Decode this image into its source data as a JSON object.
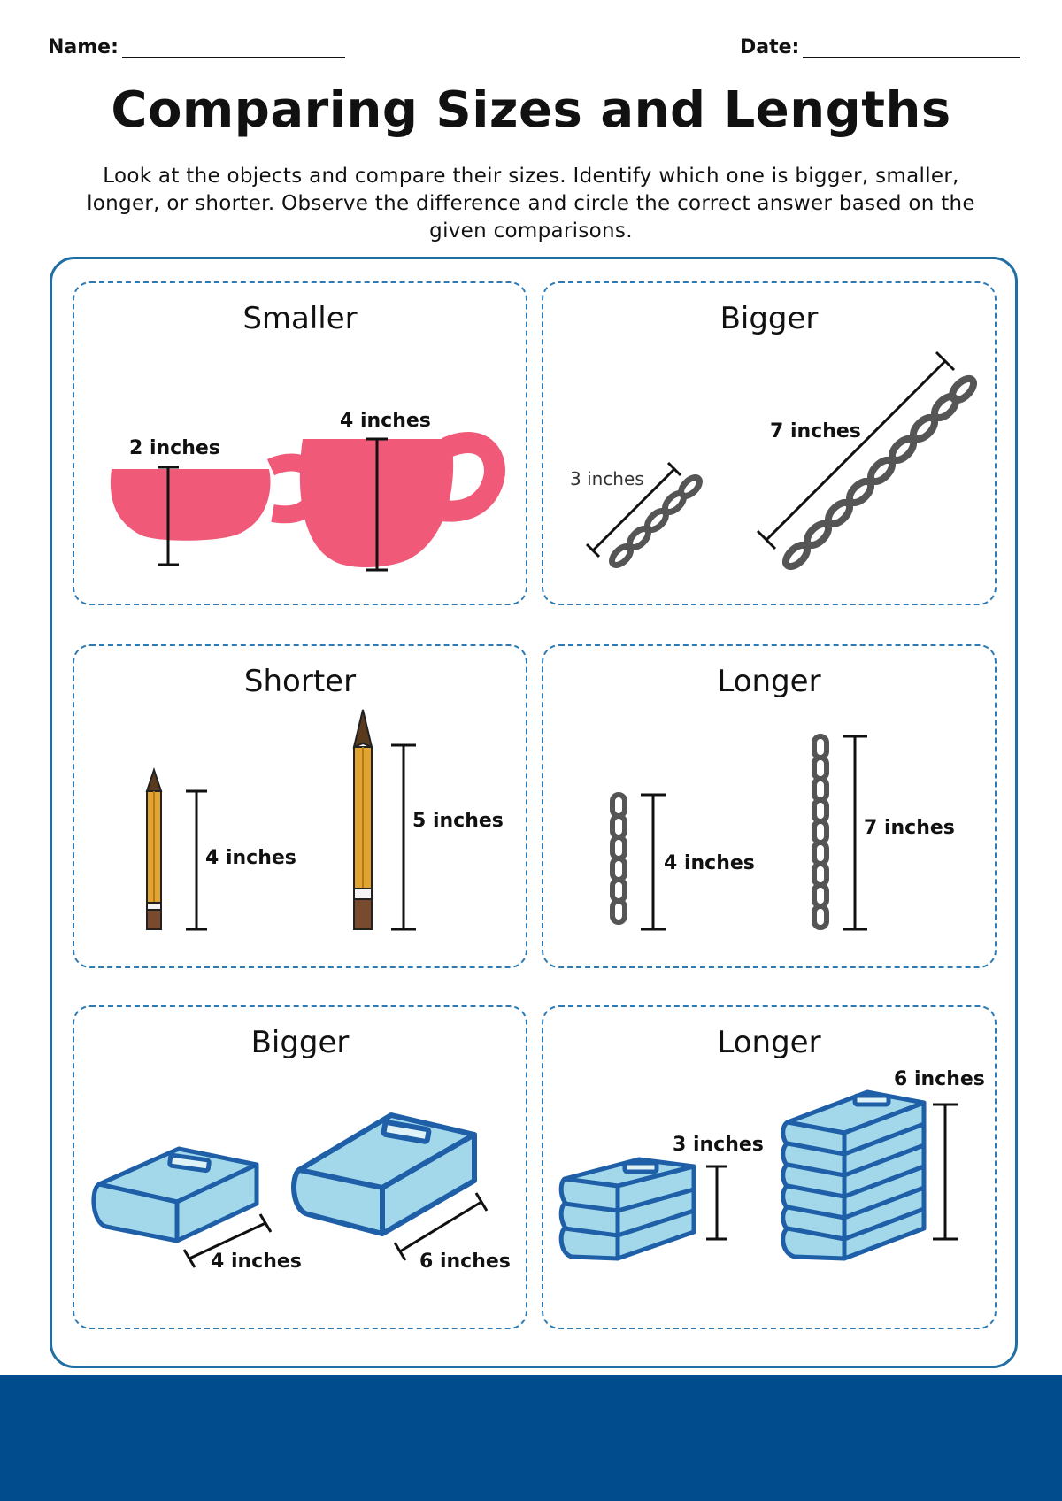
{
  "header": {
    "name_label": "Name:",
    "date_label": "Date:"
  },
  "title": "Comparing Sizes and Lengths",
  "instructions": "Look at the objects and compare their sizes. Identify which one is bigger, smaller, longer, or shorter. Observe the difference and circle the correct answer based on the given comparisons.",
  "cards": [
    {
      "title": "Smaller",
      "object": "cup-icon",
      "labels": [
        "2 inches",
        "4 inches"
      ]
    },
    {
      "title": "Bigger",
      "object": "chain-icon",
      "labels": [
        "3 inches",
        "7 inches"
      ]
    },
    {
      "title": "Shorter",
      "object": "pencil-icon",
      "labels": [
        "4 inches",
        "5 inches"
      ]
    },
    {
      "title": "Longer",
      "object": "chain-icon",
      "labels": [
        "4 inches",
        "7 inches"
      ]
    },
    {
      "title": "Bigger",
      "object": "book-icon",
      "labels": [
        "4 inches",
        "6 inches"
      ]
    },
    {
      "title": "Longer",
      "object": "book-stack-icon",
      "labels": [
        "3 inches",
        "6 inches"
      ]
    }
  ],
  "colors": {
    "frame": "#1f6fa5",
    "footer": "#004c8c",
    "cup": "#f05a78",
    "book": "#a3d8ea",
    "book_outline": "#1e5fa8",
    "pencil": "#e2a431",
    "chain": "#555555"
  }
}
